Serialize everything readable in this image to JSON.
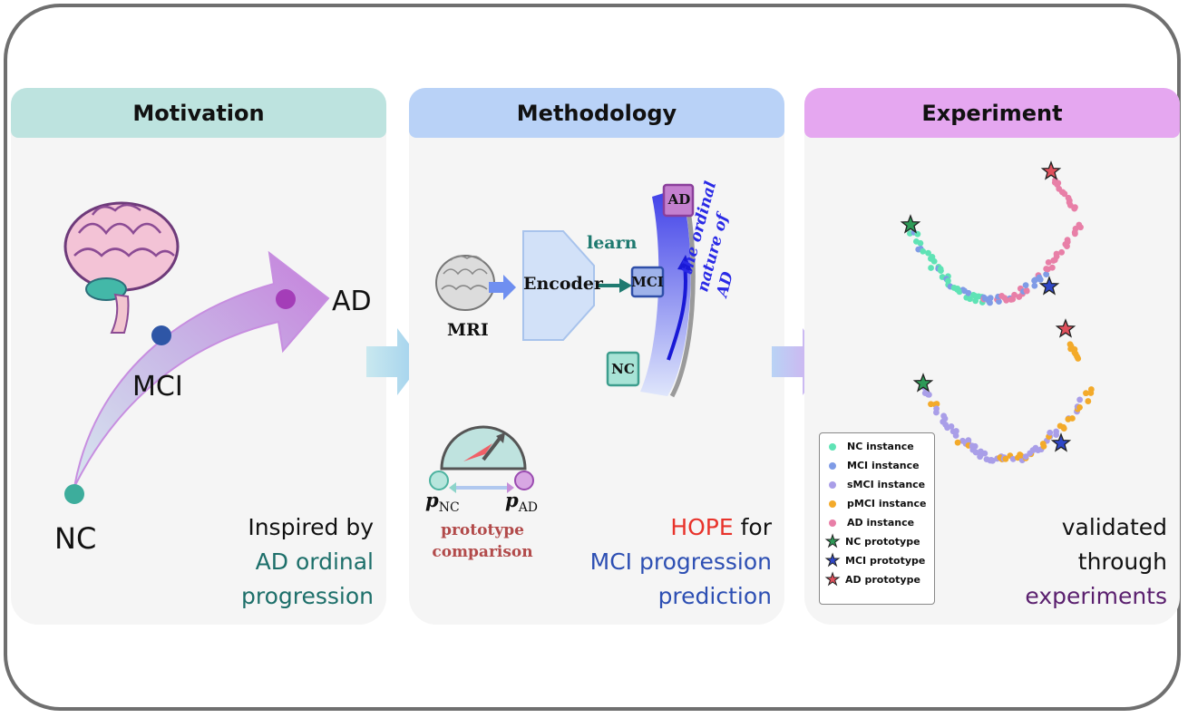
{
  "motivation": {
    "title": "Motivation",
    "stages": {
      "nc": "NC",
      "mci": "MCI",
      "ad": "AD"
    },
    "caption": {
      "line1": "Inspired by",
      "line2": "AD ordinal",
      "line3": "progression"
    }
  },
  "methodology": {
    "title": "Methodology",
    "mri_label": "MRI",
    "encoder_label": "Encoder",
    "learn_label": "learn",
    "nodes": {
      "ad": "AD",
      "mci": "MCI",
      "nc": "NC"
    },
    "ordinal_text": {
      "line1": "the ordinal",
      "line2": "nature of AD"
    },
    "prototype": {
      "p_nc": "p",
      "p_nc_sub": "NC",
      "p_ad": "p",
      "p_ad_sub": "AD",
      "line1": "prototype",
      "line2": "comparison"
    },
    "caption": {
      "hope": "HOPE",
      "for": " for",
      "mci": "MCI",
      "progression": " progression",
      "prediction": "prediction"
    }
  },
  "experiment": {
    "title": "Experiment",
    "legend": [
      {
        "label": "NC instance",
        "color": "#5fe3b5",
        "kind": "dot"
      },
      {
        "label": "MCI instance",
        "color": "#7f9be6",
        "kind": "dot"
      },
      {
        "label": "sMCI instance",
        "color": "#a99ee8",
        "kind": "dot"
      },
      {
        "label": "pMCI instance",
        "color": "#f3aa2a",
        "kind": "dot"
      },
      {
        "label": "AD instance",
        "color": "#e87fa7",
        "kind": "dot"
      },
      {
        "label": "NC prototype",
        "color": "#2e9a57",
        "kind": "star"
      },
      {
        "label": "MCI prototype",
        "color": "#2f47c8",
        "kind": "star"
      },
      {
        "label": "AD prototype",
        "color": "#e0505c",
        "kind": "star"
      }
    ],
    "caption": {
      "line1": "validated",
      "line2": "through",
      "line3": "experiments"
    }
  },
  "colors": {
    "motivation_header": "#bde3df",
    "methodology_header": "#b9d2f7",
    "experiment_header": "#e5a7f0",
    "teal_text": "#1d6f6a",
    "blue_text": "#2d4fb3",
    "purple_text": "#5a1f6e",
    "red_text": "#e8332b",
    "brown_text": "#b24a4a"
  }
}
